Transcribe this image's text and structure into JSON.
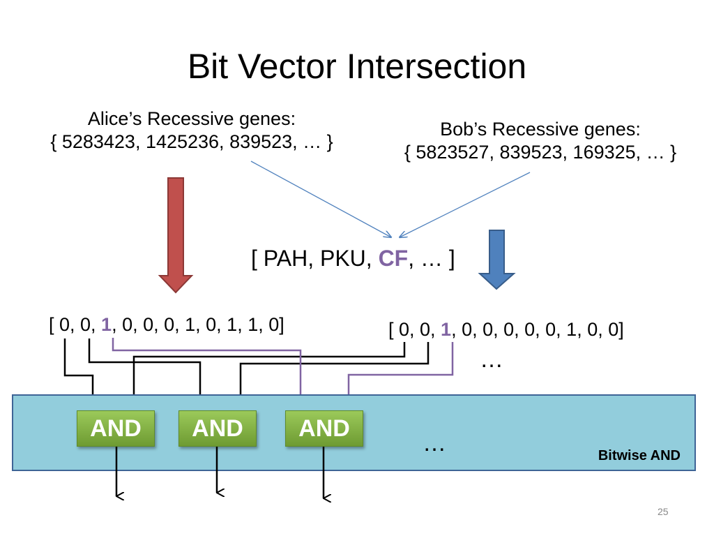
{
  "slide": {
    "title": "Bit Vector Intersection",
    "page_number": "25"
  },
  "alice": {
    "label": "Alice’s Recessive genes:",
    "set": "{ 5283423, 1425236, 839523, … }"
  },
  "bob": {
    "label": "Bob’s Recessive genes:",
    "set": "{ 5823527, 839523, 169325, … }"
  },
  "genes": {
    "open": "[ PAH, PKU, ",
    "highlight": "CF",
    "close": ", … ]"
  },
  "vector_a": {
    "before": "[ 0, 0, ",
    "highlight": "1",
    "after": ", 0, 0, 0, 1, 0, 1, 1, 0]"
  },
  "vector_b": {
    "before": "[ 0, 0, ",
    "highlight": "1",
    "after": ", 0, 0, 0, 0, 0, 1, 0, 0]"
  },
  "ellipsis_top": "…",
  "ellipsis_band": "…",
  "band": {
    "label": "Bitwise AND"
  },
  "gates": [
    {
      "label": "AND"
    },
    {
      "label": "AND"
    },
    {
      "label": "AND"
    }
  ],
  "colors": {
    "alice_arrow": "#c0504d",
    "bob_arrow": "#4f81bd",
    "highlight": "#8064a2",
    "band_fill": "#92cddc",
    "gate_fill": "#77a33b",
    "connector": "#000000",
    "pointer_line": "#4f81bd"
  }
}
